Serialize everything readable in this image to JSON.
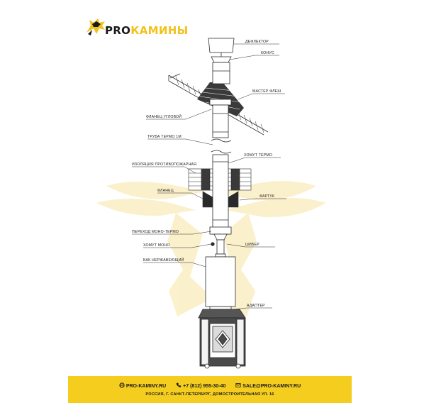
{
  "brand": {
    "prefix": "PRO",
    "name": "КАМИНЫ"
  },
  "labels": {
    "deflector": "ДЕФЛЕКТОР",
    "cone": "КОНУС",
    "master_flash": "МАСТЕР ФЛЕШ",
    "corner_flange": "ФЛАНЕЦ УГЛОВОЙ",
    "thermo_pipe": "ТРУБА ТЕРМО 1М",
    "thermo_clamp": "ХОМУТ ТЕРМО",
    "fire_insulation": "ИЗОЛЯЦИЯ ПРОТИВОПОЖАРНАЯ",
    "flange": "ФЛАНЕЦ",
    "apron": "ФАРТУК",
    "mono_thermo": "ПЕРЕХОД МОНО-ТЕРМО",
    "damper": "ШИБЕР",
    "mono_clamp": "ХОМУТ МОНО",
    "steel_tank": "БАК НЕРЖАВЕЮЩИЙ",
    "adapter": "АДАПТЕР"
  },
  "footer": {
    "site": "PRO-KAMINY.RU",
    "phone": "+7 (812) 955-30-40",
    "email": "SALE@PRO-KAMINY.RU",
    "address": "РОССИЯ, Г. САНКТ-ПЕТЕРБУРГ, ДОМОСТРОИТЕЛЬНАЯ УЛ. 16"
  },
  "colors": {
    "accent": "#f4cd1f",
    "watermark": "#fbeec4",
    "line": "#2a2a2a"
  },
  "icons": [
    "dragon-logo-icon",
    "globe-icon",
    "phone-icon",
    "mail-icon"
  ]
}
